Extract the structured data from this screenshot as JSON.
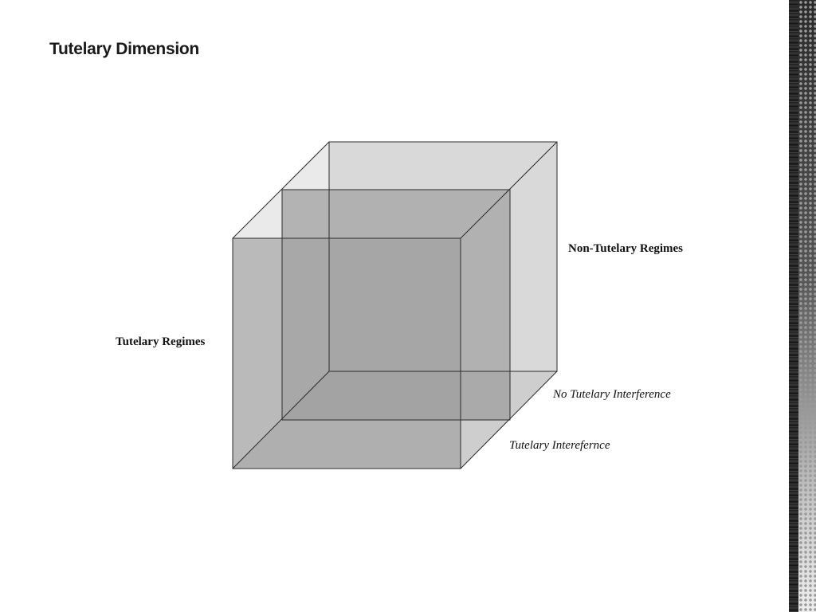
{
  "slide": {
    "title": "Tutelary Dimension"
  },
  "diagram": {
    "labels": {
      "non_tutelary_regimes": "Non-Tutelary Regimes",
      "tutelary_regimes": "Tutelary Regimes",
      "no_tutelary_interference": "No Tutelary Interference",
      "tutelary_interference": "Tutelary Intereferncе"
    },
    "colors": {
      "back_face": "#d9d9d9",
      "front_face": "#b3b3b3",
      "edge": "#2b2b2b"
    }
  }
}
